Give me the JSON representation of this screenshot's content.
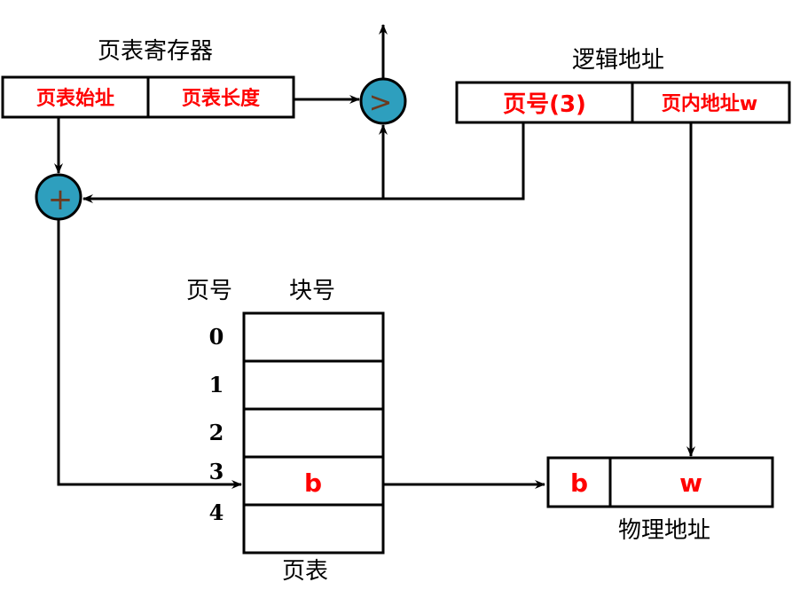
{
  "register": {
    "title": "页表寄存器",
    "start_label": "页表始址",
    "length_label": "页表长度"
  },
  "logical": {
    "title": "逻辑地址",
    "page_label": "页号(3)",
    "offset_label": "页内地址w"
  },
  "compare_symbol": ">",
  "add_symbol": "+",
  "table": {
    "col_page": "页号",
    "col_block": "块号",
    "rows": [
      "0",
      "1",
      "2",
      "3",
      "4"
    ],
    "highlight_value": "b",
    "caption": "页表"
  },
  "physical": {
    "block_label": "b",
    "offset_label": "w",
    "caption": "物理地址"
  },
  "colors": {
    "accent_red": "#ff0000",
    "circle_fill": "#2e9fbe",
    "line": "#000000"
  }
}
